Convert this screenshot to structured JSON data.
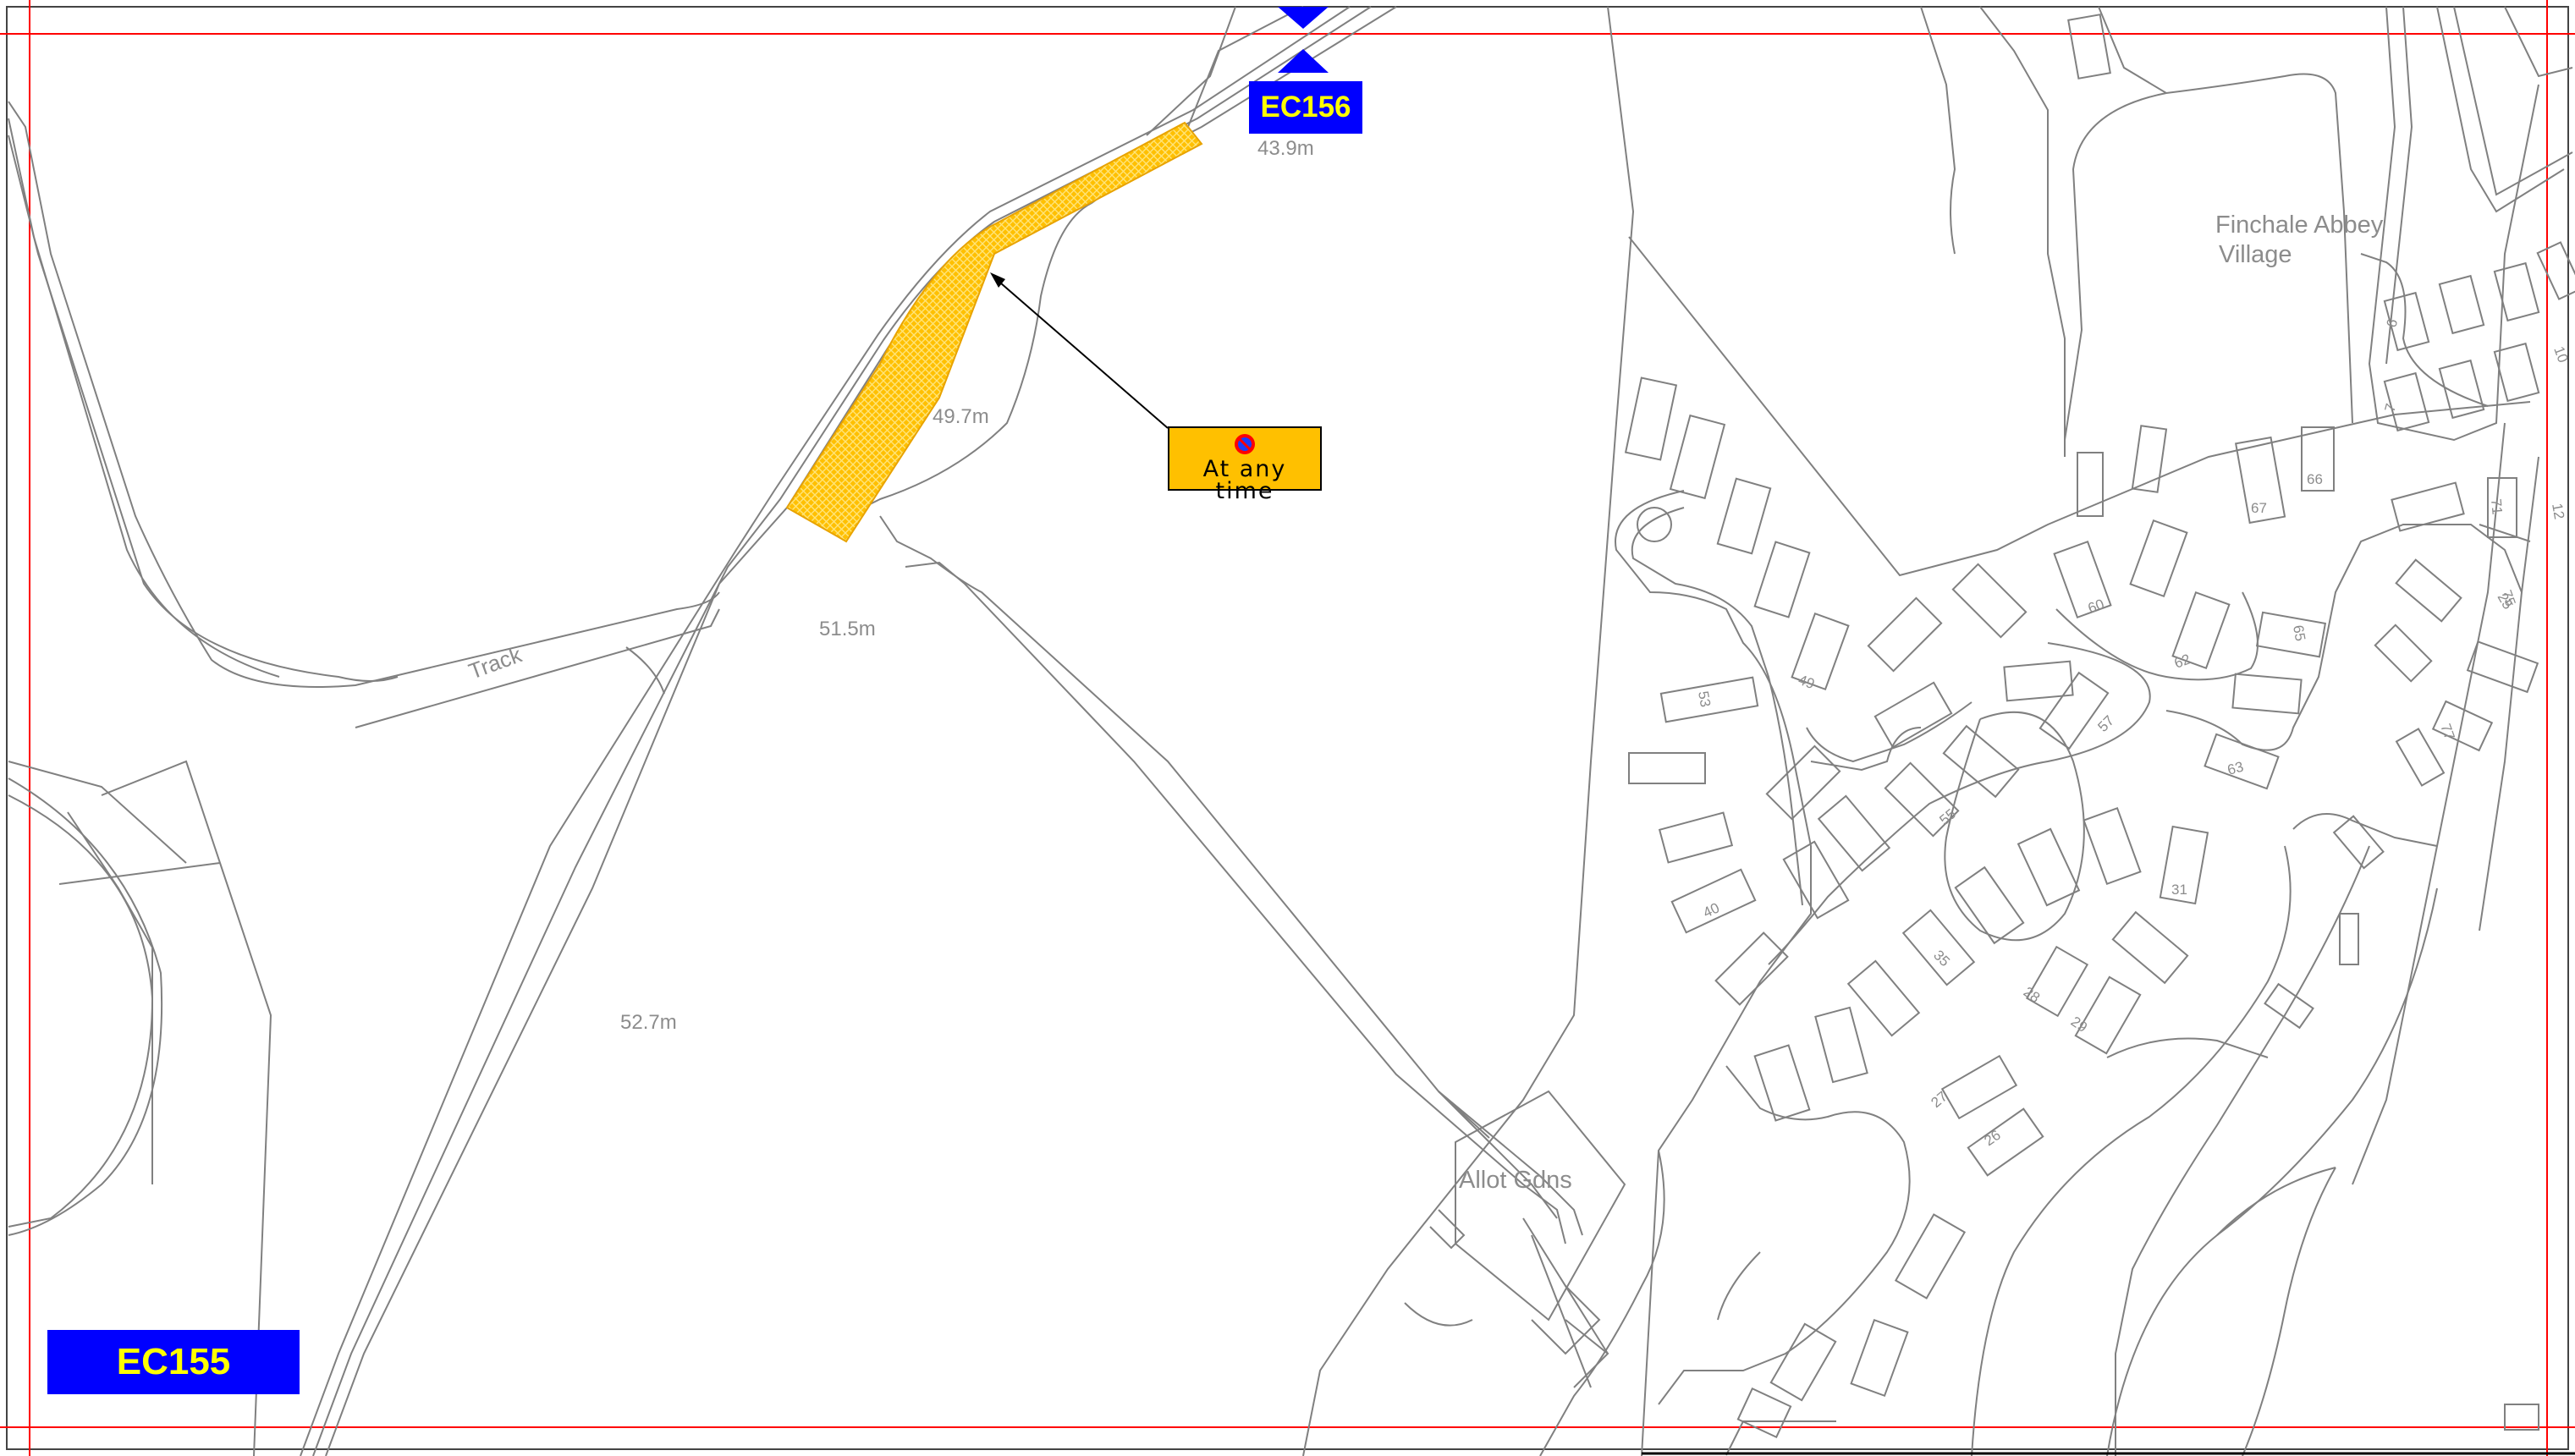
{
  "sheets": {
    "current": "EC156",
    "adjacent": "EC155"
  },
  "restriction": {
    "text": "At any time",
    "symbol": "no-waiting-icon"
  },
  "place_labels": {
    "village": "Finchale Abbey\nVillage",
    "allotments": "Allot Gdns",
    "track": "Track"
  },
  "spot_heights": [
    "43.9m",
    "49.7m",
    "51.5m",
    "52.7m"
  ],
  "house_numbers": [
    "6",
    "7",
    "10",
    "12",
    "25",
    "26",
    "27",
    "28",
    "29",
    "31",
    "35",
    "40",
    "49",
    "53",
    "55",
    "57",
    "60",
    "62",
    "63",
    "65",
    "66",
    "67",
    "71",
    "75",
    "77"
  ],
  "colors": {
    "badge_fill": "#0000ff",
    "badge_text": "#ffff00",
    "restriction_fill": "#ffc000",
    "frame": "#ff0000",
    "linework": "#808080"
  }
}
